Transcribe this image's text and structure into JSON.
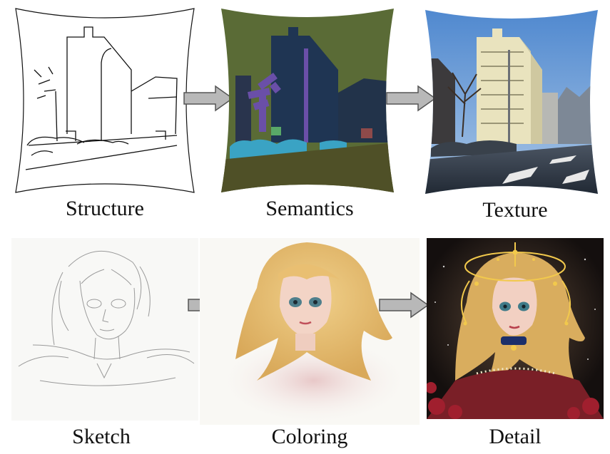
{
  "rows": [
    {
      "name": "scene",
      "steps": [
        {
          "caption": "Structure"
        },
        {
          "caption": "Semantics"
        },
        {
          "caption": "Texture"
        }
      ]
    },
    {
      "name": "portrait",
      "steps": [
        {
          "caption": "Sketch"
        },
        {
          "caption": "Coloring"
        },
        {
          "caption": "Detail"
        }
      ]
    }
  ],
  "colors": {
    "arrow_fill": "#b8b8b8",
    "arrow_stroke": "#555555",
    "semantic_bg": "#5a6b36",
    "semantic_building": "#1f3553",
    "semantic_car": "#3aa3c4",
    "semantic_tree": "#6a4fa8",
    "semantic_ground": "#4f5027",
    "sky": "#6d9fd6",
    "facade": "#e9e3be",
    "hair": "#e3c07a",
    "skin": "#f3d4c6",
    "night_bg": "#1c1514",
    "dress": "#7a1f27",
    "gold": "#f2c94c"
  }
}
